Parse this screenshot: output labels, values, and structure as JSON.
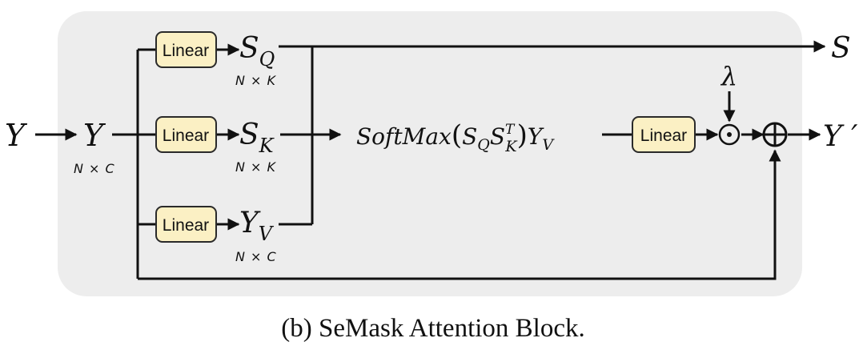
{
  "diagram": {
    "input_symbol": "Y",
    "input_node": {
      "symbol": "Y",
      "dims": "N × C"
    },
    "linear_label": "Linear",
    "branches": [
      {
        "base": "S",
        "sub": "Q",
        "dims": "N × K"
      },
      {
        "base": "S",
        "sub": "K",
        "dims": "N × K"
      },
      {
        "base": "Y",
        "sub": "V",
        "dims": "N × C"
      }
    ],
    "formula": {
      "fn": "SoftMax",
      "open": "(",
      "t1_base": "S",
      "t1_sub": "Q",
      "t2_base": "S",
      "t2_sub": "K",
      "t2_sup": "T",
      "close": ")",
      "t3_base": "Y",
      "t3_sub": "V"
    },
    "scale_symbol": "λ",
    "hadamard_symbol": "⊙",
    "add_symbol": "⊕",
    "output_s": "S",
    "output_y": "Y ′",
    "caption": "(b) SeMask Attention Block."
  },
  "colors": {
    "panel_bg": "#ededed",
    "linear_fill": "#fbf0c4",
    "linear_stroke": "#2a2a2a",
    "line": "#111111"
  }
}
